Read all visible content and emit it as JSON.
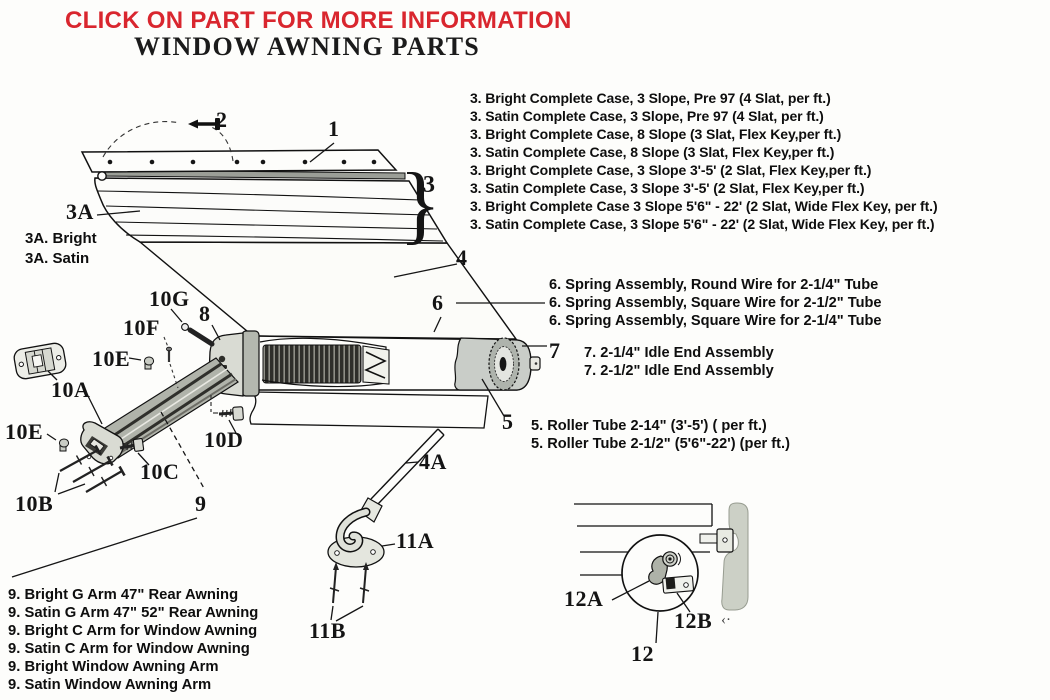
{
  "header": {
    "instruction": "CLICK ON PART FOR MORE INFORMATION",
    "title": "WINDOW AWNING PARTS"
  },
  "colors": {
    "accent_red": "#d9262e",
    "ink": "#151515"
  },
  "lists": {
    "complete_case": [
      "3. Bright Complete Case, 3 Slope, Pre 97 (4 Slat, per ft.)",
      "3. Satin Complete Case, 3 Slope, Pre 97  (4 Slat, per ft.)",
      "3. Bright Complete Case, 8 Slope (3 Slat, Flex Key,per ft.)",
      "3. Satin Complete Case, 8 Slope (3 Slat, Flex Key,per ft.)",
      "3. Bright Complete Case, 3 Slope 3'-5' (2 Slat, Flex Key,per ft.)",
      "3. Satin Complete Case, 3 Slope 3'-5' (2 Slat, Flex Key,per ft.)",
      "3. Bright Complete Case 3 Slope 5'6\" - 22' (2 Slat, Wide Flex Key, per ft.)",
      "3. Satin Complete Case, 3 Slope 5'6\" - 22' (2 Slat, Wide Flex Key, per ft.)"
    ],
    "case_finish": [
      "3A. Bright",
      "3A. Satin"
    ],
    "spring_assembly": [
      "6. Spring Assembly, Round Wire for 2-1/4\" Tube",
      "6. Spring Assembly, Square Wire for 2-1/2\" Tube",
      "6. Spring Assembly, Square Wire for 2-1/4\" Tube"
    ],
    "idle_end": [
      "7. 2-1/4\" Idle End Assembly",
      "7. 2-1/2\" Idle End Assembly"
    ],
    "roller_tube": [
      "5. Roller Tube 2-14\" (3'-5') ( per ft.)",
      "5. Roller Tube 2-1/2\" (5'6\"-22') (per ft.)"
    ],
    "arms": [
      "9. Bright G Arm 47\" Rear Awning",
      "9. Satin G Arm 47\" 52\" Rear Awning",
      "9. Bright C Arm for Window Awning",
      "9. Satin C Arm for Window Awning",
      "9. Bright Window Awning Arm",
      "9. Satin Window Awning Arm"
    ]
  },
  "callouts": {
    "n1": "1",
    "n2": "2",
    "n3": "3",
    "n3a": "3A",
    "n4": "4",
    "n4a": "4A",
    "n5": "5",
    "n6": "6",
    "n7": "7",
    "n8": "8",
    "n9": "9",
    "n10a": "10A",
    "n10b": "10B",
    "n10c": "10C",
    "n10d": "10D",
    "n10e": "10E",
    "n10f": "10F",
    "n10g": "10G",
    "n11a": "11A",
    "n11b": "11B",
    "n12": "12",
    "n12a": "12A",
    "n12b": "12B",
    "n12b_mark": "‹·"
  }
}
